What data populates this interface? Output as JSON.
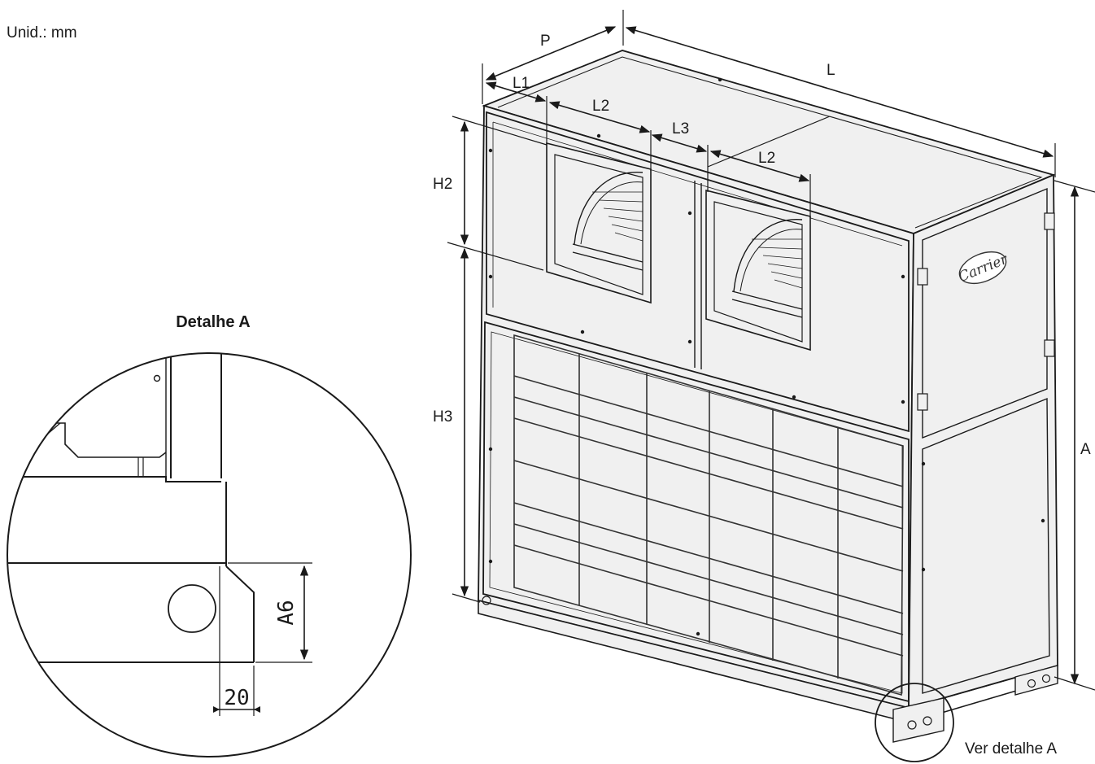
{
  "units_note": "Unid.: mm",
  "detail_title": "Detalhe A",
  "detail_link": "Ver detalhe A",
  "brand_logo": "Carrier",
  "dimensions": {
    "P": "P",
    "L": "L",
    "L1": "L1",
    "L2": "L2",
    "L2b": "L2",
    "L3": "L3",
    "H2": "H2",
    "H3": "H3",
    "A": "A",
    "A6": "A6",
    "d20": "20"
  }
}
